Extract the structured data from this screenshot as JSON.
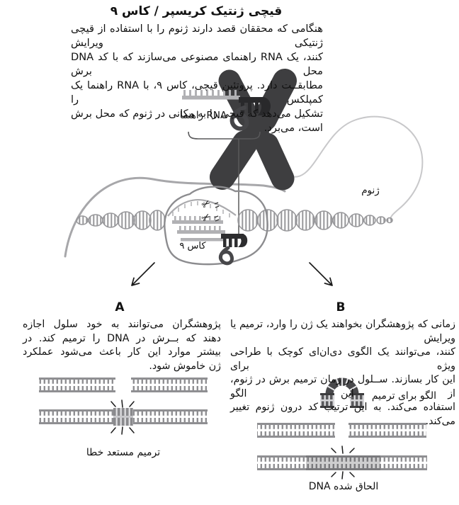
{
  "title": "قیچی ژنتیک کریسپر / کاس ۹",
  "intro": {
    "lines": [
      "هنگامی که محققان قصد دارند ژنوم را با استفاده از قیچی ژنتیکی ویرایش",
      "کنند، یک RNA راهنمای مصنوعی می‌سازند که با کد DNA محل برش",
      "مطابقــت دارد. پروتئین قیچی، کاس ۹، با RNA راهنما یک کمپلکس را",
      "تشکیل می‌دهد که قیچی را به مکانی در ژنوم که محل برش است، می‌برد."
    ]
  },
  "diagram": {
    "guide_rna_label": "RNA راهنما",
    "genome_label": "ژنوم",
    "cas9_label": "کاس ۹",
    "scissors_icon": "✂"
  },
  "section_a": {
    "heading": "A",
    "lines": [
      "پژوهشگران می‌توانند به خود سلول اجازه",
      "دهند که بــرش در DNA را ترمیم کند. در",
      "بیشتر موارد این کار باعث می‌شود عملکرد",
      "ژن خاموش شود."
    ],
    "caption": "ترمیم مستعد خطا"
  },
  "section_b": {
    "heading": "B",
    "lines": [
      "زمانی که پژوهشگران بخواهند یک ژن را وارد، ترمیم یا ویرایش",
      "کنند، می‌توانند یک الگوی دی‌ان‌ای کوچک با طراحی ویژه برای",
      "این کار بسازند. ســلول در زمان ترمیم برش در ژنوم، از این الگو",
      "استفاده می‌کند. به این ترتیب کد درون ژنوم تغییر می‌کند."
    ],
    "template_caption": "الگو برای ترمیم",
    "dna_caption": "DNA الحاق شده"
  },
  "colors": {
    "chromosome": "#3e3e40",
    "dna_gray": "#929295",
    "dark_comb": "#2c2c2e",
    "light_comb": "#b1b1b4",
    "text": "#111111"
  }
}
